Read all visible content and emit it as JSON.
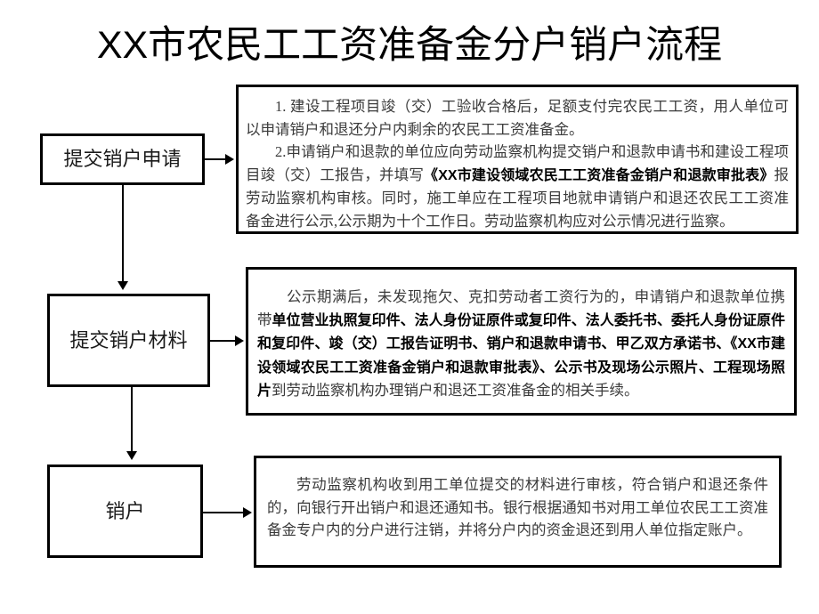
{
  "document": {
    "title": "XX市农民工工资准备金分户销户流程"
  },
  "flow": {
    "stages": [
      {
        "id": "stage-1",
        "label": "提交销户申请"
      },
      {
        "id": "stage-2",
        "label": "提交销户材料"
      },
      {
        "id": "stage-3",
        "label": "销户"
      }
    ],
    "details": [
      {
        "id": "detail-1",
        "paragraphs": [
          {
            "indent": true,
            "runs": [
              {
                "text": "1. 建设工程项目竣（交）工验收合格后，足额支付完农民工工资，用人单位可以申请销户和退还分户内剩余的农民工工资准备金。",
                "bold": false
              }
            ]
          },
          {
            "indent": true,
            "runs": [
              {
                "text": "2.申请销户和退款的单位应向劳动监察机构提交销户和退款申请书和建设工程项目竣（交）工报告，并填写",
                "bold": false
              },
              {
                "text": "《XX市建设领域农民工工资准备金销户和退款审批表》",
                "bold": true
              },
              {
                "text": "报劳动监察机构审核。同时，施工单应在工程项目地就申请销户和退还农民工工资准备金进行公示,公示期为十个工作日。劳动监察机构应对公示情况进行监察。",
                "bold": false
              }
            ]
          }
        ]
      },
      {
        "id": "detail-2",
        "paragraphs": [
          {
            "indent": true,
            "runs": [
              {
                "text": "公示期满后，未发现拖欠、克扣劳动者工资行为的，申请销户和退款单位携带",
                "bold": false
              },
              {
                "text": "单位营业执照复印件、法人身份证原件或复印件、法人委托书、委托人身份证原件和复印件、竣（交）工报告证明书、销户和退款申请书、甲乙双方承诺书、《XX市建设领域农民工工资准备金销户和退款审批表》、公示书及现场公示照片、工程现场照片",
                "bold": true
              },
              {
                "text": "到劳动监察机构办理销户和退还工资准备金的相关手续。",
                "bold": false
              }
            ]
          }
        ]
      },
      {
        "id": "detail-3",
        "paragraphs": [
          {
            "indent": true,
            "runs": [
              {
                "text": "劳动监察机构收到用工单位提交的材料进行审核，符合销户和退还条件的，向银行开出销户和退还通知书。银行根据通知书对用工单位农民工工资准备金专户内的分户进行注销，并将分户内的资金退还到用人单位指定账户。",
                "bold": false
              }
            ]
          }
        ]
      }
    ],
    "connectors": [
      {
        "id": "arr-1",
        "from": "stage-1",
        "to": "detail-1",
        "direction": "right"
      },
      {
        "id": "arr-v1",
        "from": "stage-1",
        "to": "stage-2",
        "direction": "down"
      },
      {
        "id": "arr-2",
        "from": "stage-2",
        "to": "detail-2",
        "direction": "right"
      },
      {
        "id": "arr-v2",
        "from": "stage-2",
        "to": "stage-3",
        "direction": "down"
      },
      {
        "id": "arr-3",
        "from": "stage-3",
        "to": "detail-3",
        "direction": "right"
      }
    ]
  },
  "colors": {
    "background": "#ffffff",
    "border": "#000000",
    "title_text": "#000000",
    "body_text": "#3a3a3a",
    "emphasis_text": "#000000"
  }
}
